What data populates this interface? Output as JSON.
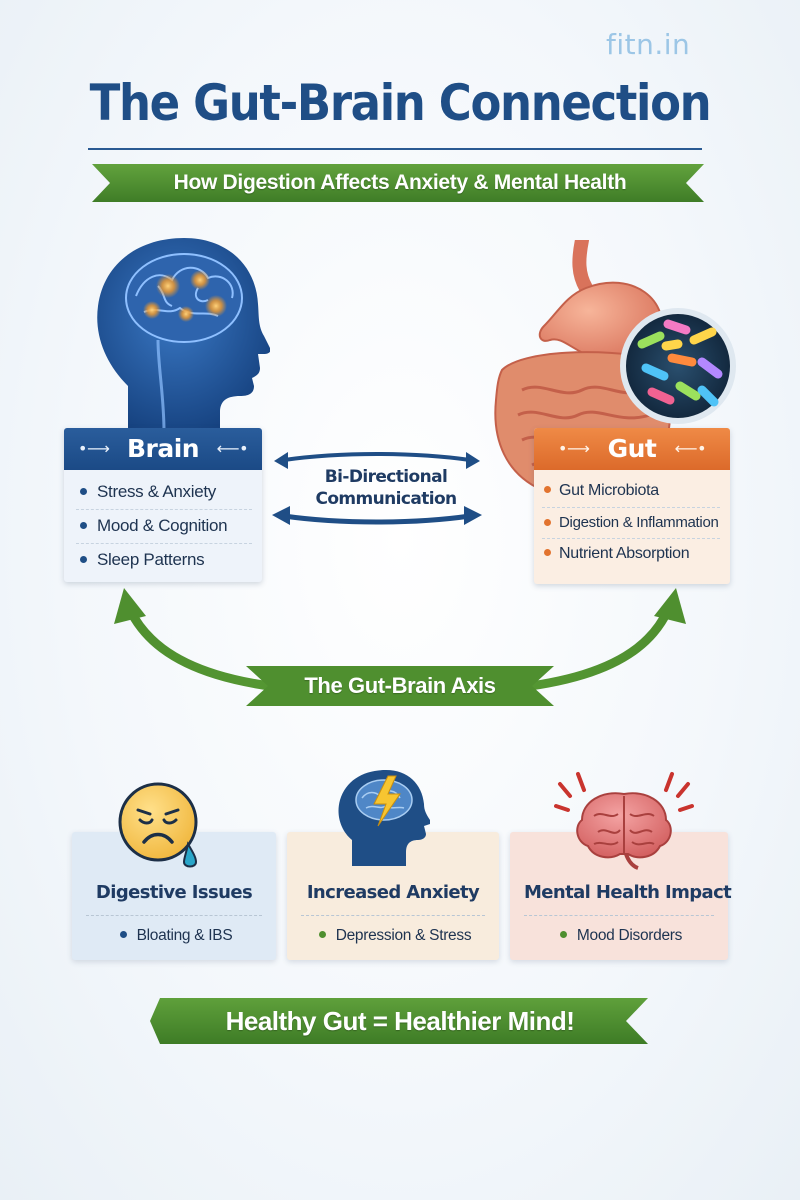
{
  "brand": "fitn.in",
  "title": "The Gut-Brain Connection",
  "subtitle": "How Digestion Affects Anxiety & Mental Health",
  "brain_card": {
    "title": "Brain",
    "items": [
      "Stress & Anxiety",
      "Mood & Cognition",
      "Sleep Patterns"
    ]
  },
  "gut_card": {
    "title": "Gut",
    "items": [
      "Gut Microbiota",
      "Digestion & Inflammation",
      "Nutrient Absorption"
    ]
  },
  "communication_label": "Bi-Directional Communication",
  "axis_label": "The Gut-Brain Axis",
  "impacts": [
    {
      "title": "Digestive Issues",
      "item": "Bloating & IBS",
      "icon": "sad-face-icon"
    },
    {
      "title": "Increased Anxiety",
      "item": "Depression & Stress",
      "icon": "head-lightning-icon"
    },
    {
      "title": "Mental Health Impact",
      "item": "Mood Disorders",
      "icon": "brain-icon"
    }
  ],
  "footer": "Healthy Gut = Healthier Mind!",
  "colors": {
    "navy": "#1f4e86",
    "green": "#4f8f2f",
    "orange": "#e2732e",
    "brain_head": "#1d4f93"
  }
}
